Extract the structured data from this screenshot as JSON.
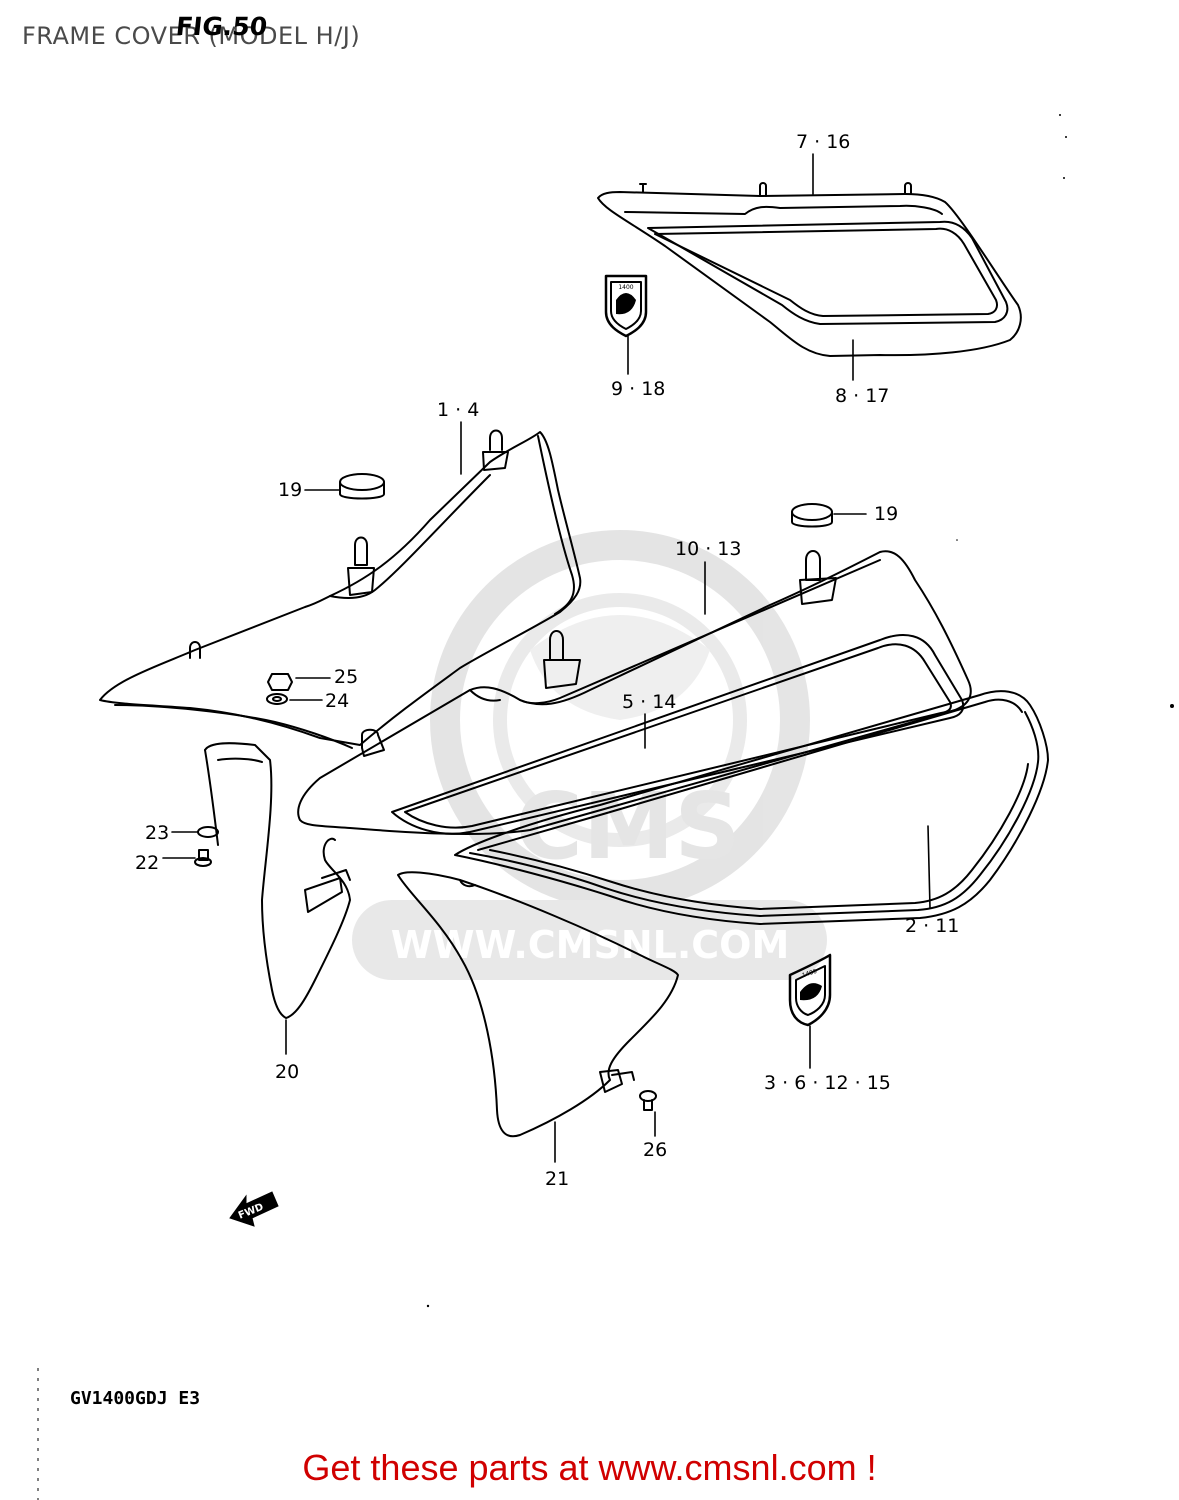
{
  "header": {
    "title": "FRAME COVER (MODEL H/J)",
    "figure": "FIG.50"
  },
  "parts": [
    {
      "label": "7 · 16"
    },
    {
      "label": "9 · 18"
    },
    {
      "label": "8 · 17"
    },
    {
      "label": "1 · 4"
    },
    {
      "label": "19"
    },
    {
      "label": "19"
    },
    {
      "label": "10 · 13"
    },
    {
      "label": "25"
    },
    {
      "label": "24"
    },
    {
      "label": "5 · 14"
    },
    {
      "label": "23"
    },
    {
      "label": "22"
    },
    {
      "label": "2 · 11"
    },
    {
      "label": "20"
    },
    {
      "label": "3 · 6 · 12 · 15"
    },
    {
      "label": "26"
    },
    {
      "label": "21"
    }
  ],
  "watermark": {
    "text": "CMS",
    "url": "WWW.CMSNL.COM"
  },
  "direction_marker": "FWD",
  "badge_text": "1400",
  "footer": {
    "model_code": "GV1400GDJ E3",
    "cta": "Get these parts at www.cmsnl.com !"
  },
  "colors": {
    "line": "#000000",
    "watermark": "#cfcfcf",
    "cta": "#d00000"
  }
}
